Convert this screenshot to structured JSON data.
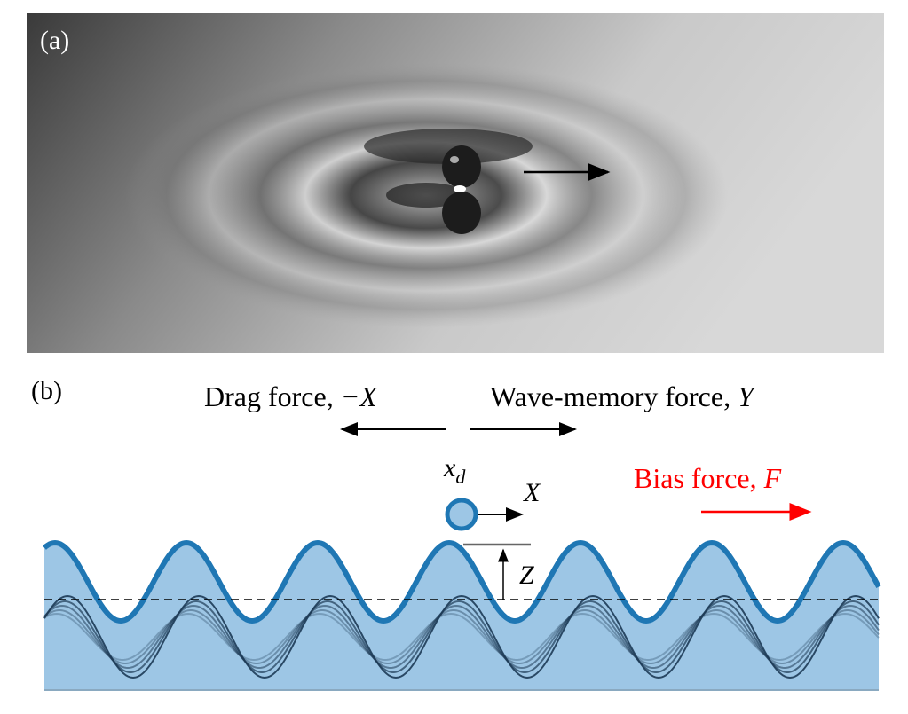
{
  "panel_a": {
    "label": "(a)"
  },
  "panel_b": {
    "label": "(b)",
    "drag_force_label": "Drag force, ",
    "drag_force_symbol": "−X",
    "wave_memory_label": "Wave-memory force, ",
    "wave_memory_symbol": "Y",
    "drop_position_symbol": "x",
    "drop_position_subscript": "d",
    "drop_velocity_symbol": "X",
    "height_symbol": "Z",
    "bias_force_label": "Bias force, ",
    "bias_force_symbol": "F"
  },
  "colors": {
    "wave": "#1f77b4",
    "fill": "#9dc6e5",
    "bias": "#ff0000",
    "memory": "#1d3a55"
  }
}
